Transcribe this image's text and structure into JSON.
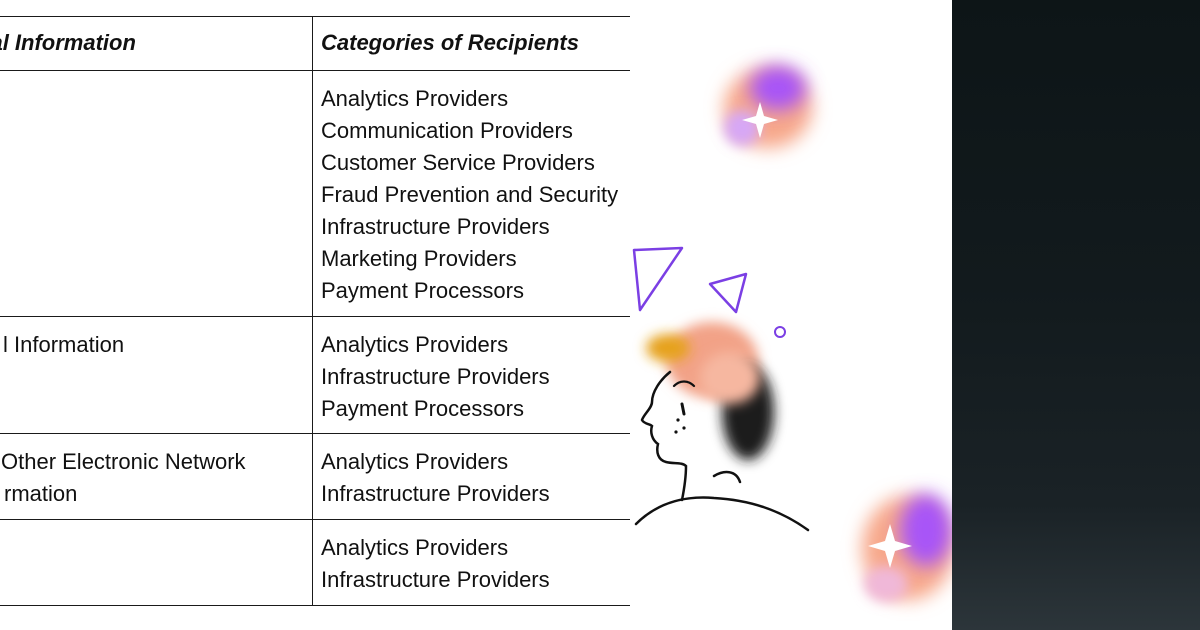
{
  "table": {
    "headers": [
      "of Personal Information",
      "Categories of Recipients"
    ],
    "rows": [
      {
        "category": [],
        "recipients": [
          "Analytics Providers",
          "Communication Providers",
          "Customer Service Providers",
          "Fraud Prevention and Security",
          "Infrastructure Providers",
          "Marketing Providers",
          "Payment Processors"
        ]
      },
      {
        "category": [
          "l Information"
        ],
        "recipients": [
          "Analytics Providers",
          "Infrastructure Providers",
          "Payment Processors"
        ]
      },
      {
        "category": [
          "Other Electronic Network",
          "rmation"
        ],
        "recipients": [
          "Analytics Providers",
          "Infrastructure Providers"
        ]
      },
      {
        "category": [],
        "recipients": [
          "Analytics Providers",
          "Infrastructure Providers"
        ]
      }
    ]
  },
  "illustration": {
    "icons": [
      "person-profile-icon",
      "triangle-icon",
      "circle-icon",
      "sparkle-icon",
      "gradient-blob-icon"
    ],
    "colors": {
      "line": "#7b3fe4",
      "blob_purple": "#a855f7",
      "blob_peach": "#f7a78a",
      "blob_yellow": "#e6a21a",
      "outline": "#111111"
    }
  },
  "colors": {
    "dark_panel": "#121a1d",
    "table_border": "#1a1a1a"
  }
}
